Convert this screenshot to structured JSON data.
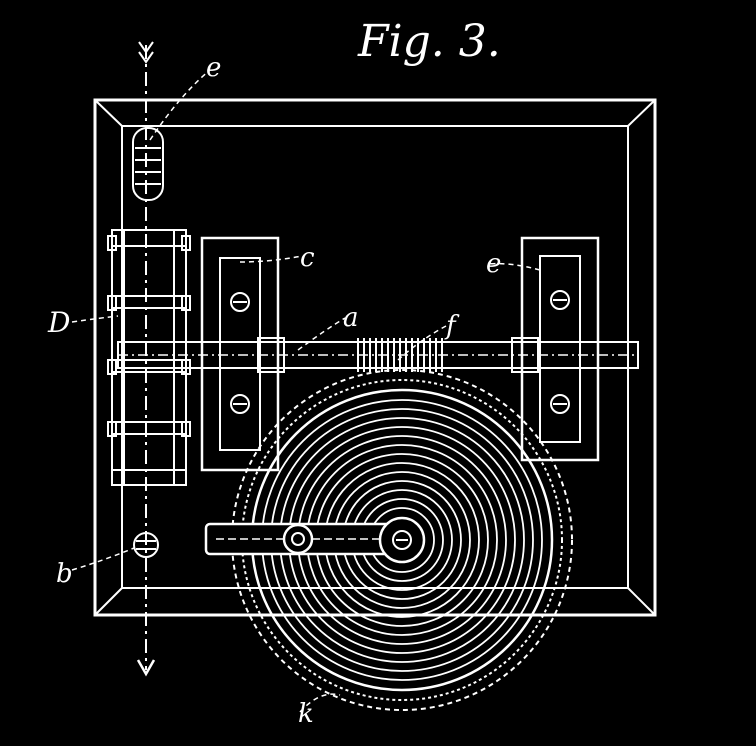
{
  "figure": {
    "title": "Fig. 3.",
    "colors": {
      "background": "#000000",
      "ink": "#ffffff"
    },
    "labels": {
      "e_top": "e",
      "d": "D",
      "c": "c",
      "a": "a",
      "f": "f",
      "e_right": "e",
      "b": "b",
      "k": "k"
    },
    "icons": [
      "arrow-down-icon"
    ]
  }
}
